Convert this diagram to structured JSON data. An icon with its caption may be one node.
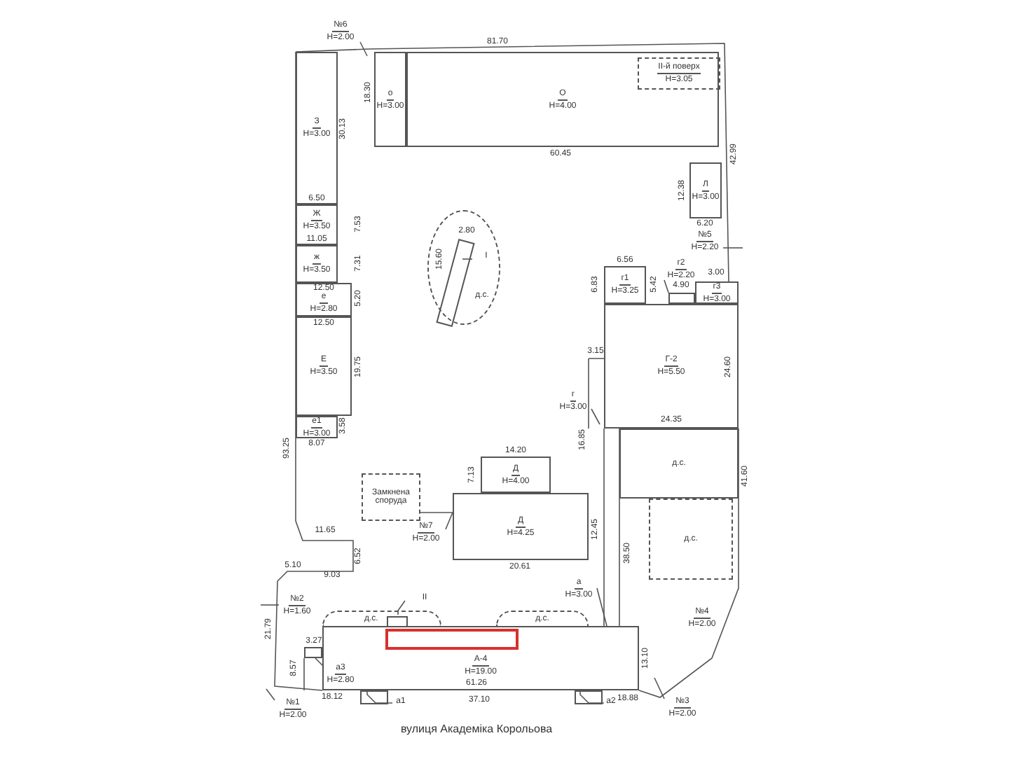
{
  "diagram": {
    "nodes": [
      {
        "text": [
          "О",
          "H=4.00"
        ]
      },
      {
        "text": [
          "ІІ-й поверх",
          "H=3.05"
        ],
        "in": 0
      },
      {
        "text": [
          "о",
          "H=3.00"
        ]
      },
      {
        "text": [
          "З",
          "H=3.00"
        ]
      },
      {
        "text": [
          "Ж",
          "H=3.50"
        ]
      },
      {
        "text": [
          "ж",
          "H=3.50"
        ]
      },
      {
        "text": [
          "е",
          "H=2.80"
        ]
      },
      {
        "text": [
          "Е",
          "H=3.50"
        ]
      },
      {
        "text": [
          "е1",
          "H=3.00"
        ]
      },
      {
        "text": [
          "д.с."
        ]
      },
      {
        "text": [],
        "shape": "box",
        "in": 9
      },
      {
        "text": [
          "І"
        ],
        "in": 9
      },
      {
        "text": [
          "Л",
          "H=3.00"
        ]
      },
      {
        "text": [
          "г1",
          "H=3.25"
        ]
      },
      {
        "text": [
          "г2",
          "H=2.20"
        ]
      },
      {
        "text": [],
        "shape": "box"
      },
      {
        "text": [
          "г3",
          "H=3.00"
        ]
      },
      {
        "text": [
          "Г-2",
          "H=5.50"
        ]
      },
      {
        "text": [
          "г",
          "H=3.00"
        ]
      },
      {
        "text": [
          "Д",
          "H=4.00"
        ]
      },
      {
        "text": [
          "Д",
          "H=4.25"
        ]
      },
      {
        "text": [
          "Замкнена споруда"
        ]
      },
      {
        "text": [
          "д.с."
        ]
      },
      {
        "text": [
          "д.с."
        ]
      },
      {
        "text": [
          "А-4",
          "H=19.00"
        ]
      },
      {
        "text": [],
        "shape": "box",
        "in": 24
      },
      {
        "text": [
          "д.с."
        ]
      },
      {
        "text": [],
        "shape": "box",
        "in": 26
      },
      {
        "text": [
          "ІІ"
        ]
      },
      {
        "text": [
          "д.с."
        ]
      },
      {
        "text": [],
        "shape": "box"
      },
      {
        "text": [
          "а3",
          "H=2.80"
        ],
        "in": 24
      },
      {
        "text": [
          "а1"
        ]
      },
      {
        "text": [
          "а2"
        ]
      },
      {
        "text": [
          "№6",
          "H=2.00"
        ]
      },
      {
        "text": [
          "№5",
          "H=2.20"
        ]
      },
      {
        "text": [
          "№7",
          "H=2.00"
        ]
      },
      {
        "text": [
          "№2",
          "H=1.60"
        ]
      },
      {
        "text": [
          "№4",
          "H=2.00"
        ]
      },
      {
        "text": [
          "№1",
          "H=2.00"
        ]
      },
      {
        "text": [
          "№3",
          "H=2.00"
        ]
      },
      {
        "text": [
          "а",
          "H=3.00"
        ]
      },
      {
        "text": [],
        "shape": "box"
      },
      {
        "text": [],
        "shape": "box"
      }
    ],
    "edges": [
      {
        "from": 11,
        "to": 10,
        "arrow": "none"
      },
      {
        "from": 14,
        "to": 15,
        "arrow": "none"
      },
      {
        "from": 18,
        "to": null,
        "arrow": "none"
      },
      {
        "from": 28,
        "to": 27,
        "arrow": "none"
      },
      {
        "from": 31,
        "to": 30,
        "arrow": "none"
      },
      {
        "from": 32,
        "to": 42,
        "arrow": "none"
      },
      {
        "from": 33,
        "to": 43,
        "arrow": "none"
      },
      {
        "from": 34,
        "to": null,
        "arrow": "none"
      },
      {
        "from": 35,
        "to": null,
        "arrow": "none"
      },
      {
        "from": 36,
        "to": null,
        "arrow": "none"
      },
      {
        "from": 37,
        "to": null,
        "arrow": "none"
      },
      {
        "from": 39,
        "to": null,
        "arrow": "none"
      },
      {
        "from": 40,
        "to": null,
        "arrow": "none"
      },
      {
        "from": 41,
        "to": 24,
        "arrow": "none"
      }
    ],
    "labels": [
      "81.70",
      "18.30",
      "30.13",
      "60.45",
      "42.99",
      "12.38",
      "6.50",
      "7.53",
      "11.05",
      "7.31",
      "12.50",
      "5.20",
      "12.50",
      "19.75",
      "2.80",
      "15.60",
      "6.20",
      "6.56",
      "6.83",
      "5.42",
      "4.90",
      "3.00",
      "3.15",
      "24.60",
      "16.85",
      "24.35",
      "3.58",
      "8.07",
      "93.25",
      "14.20",
      "7.13",
      "41.60",
      "12.45",
      "11.65",
      "6.52",
      "5.10",
      "20.61",
      "9.03",
      "38.50",
      "21.79",
      "3.27",
      "8.57",
      "13.10",
      "61.26",
      "18.12",
      "37.10",
      "18.88",
      "вулиця Академіка Корольова"
    ]
  }
}
